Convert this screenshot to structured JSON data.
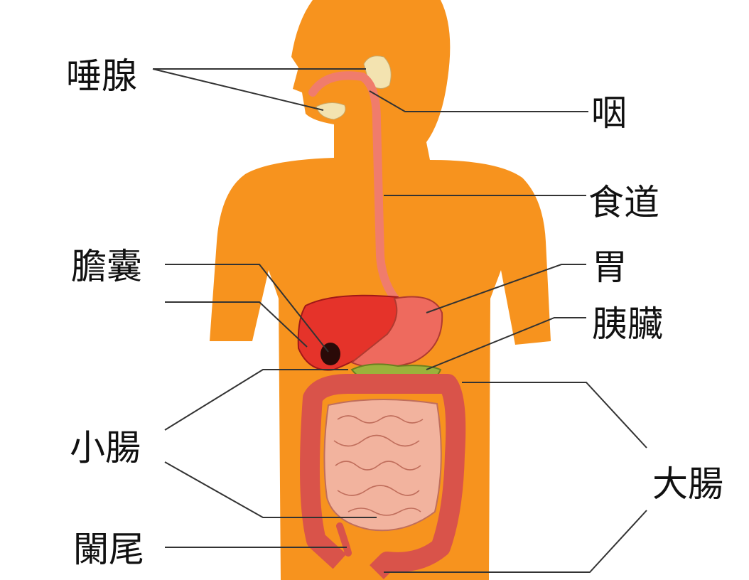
{
  "labels": {
    "salivary_gland": "唾腺",
    "pharynx": "咽",
    "esophagus": "食道",
    "gallbladder": "膽囊",
    "stomach": "胃",
    "pancreas": "胰臟",
    "small_intestine": "小腸",
    "large_intestine": "大腸",
    "appendix": "闌尾"
  },
  "colors": {
    "body": "#F7931E",
    "liver": "#E5332A",
    "stomach": "#EE6A5E",
    "pancreas": "#9BB23B",
    "large_intestine": "#D9534A",
    "small_intestine": "#F2B39E",
    "esophagus": "#F07C6C",
    "salivary": "#F3E3B0",
    "gallbladder": "#2A0A08"
  }
}
